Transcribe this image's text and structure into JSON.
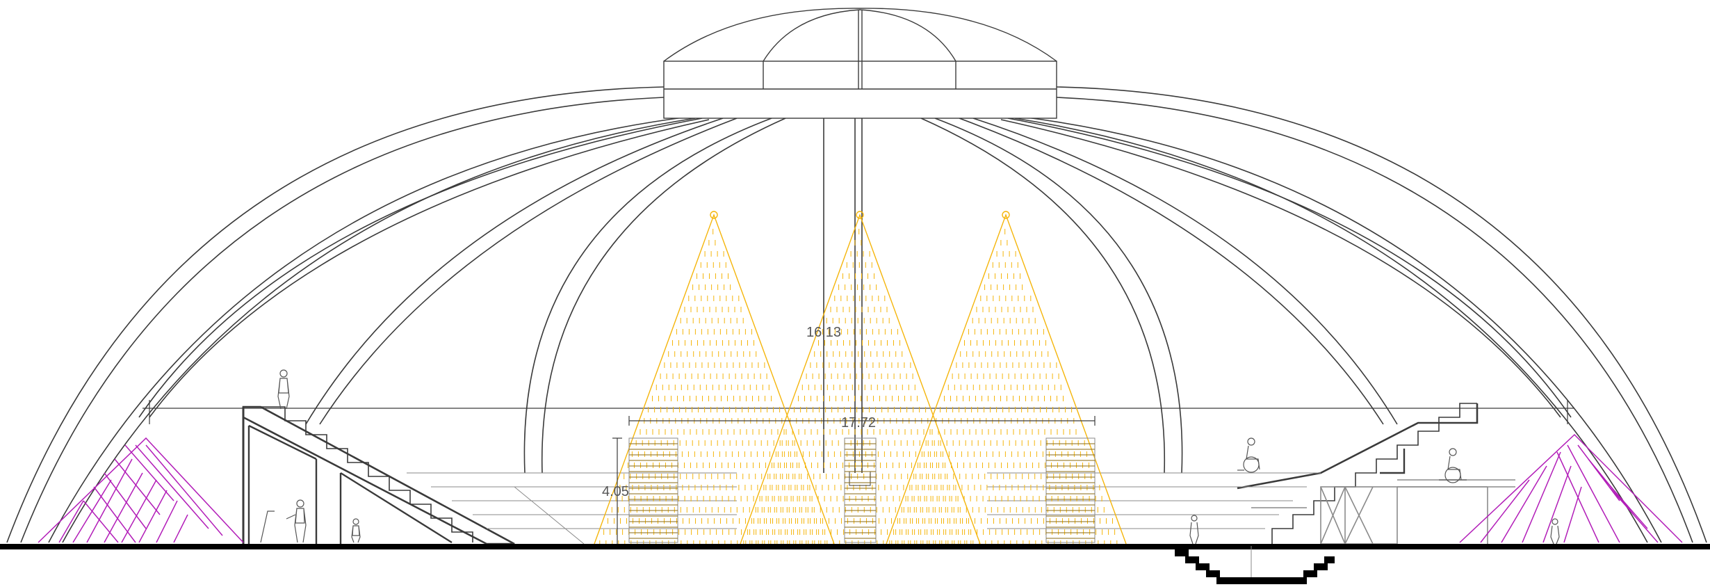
{
  "dimensions": {
    "height_total": "16.13",
    "span_width": "17.72",
    "stage_height": "4.05"
  },
  "colors": {
    "line": "#3a3a3a",
    "light_line": "#8a8a8a",
    "light_cone": "#f5b50a",
    "magenta_hatch": "#b21db8",
    "ground": "#000000"
  }
}
